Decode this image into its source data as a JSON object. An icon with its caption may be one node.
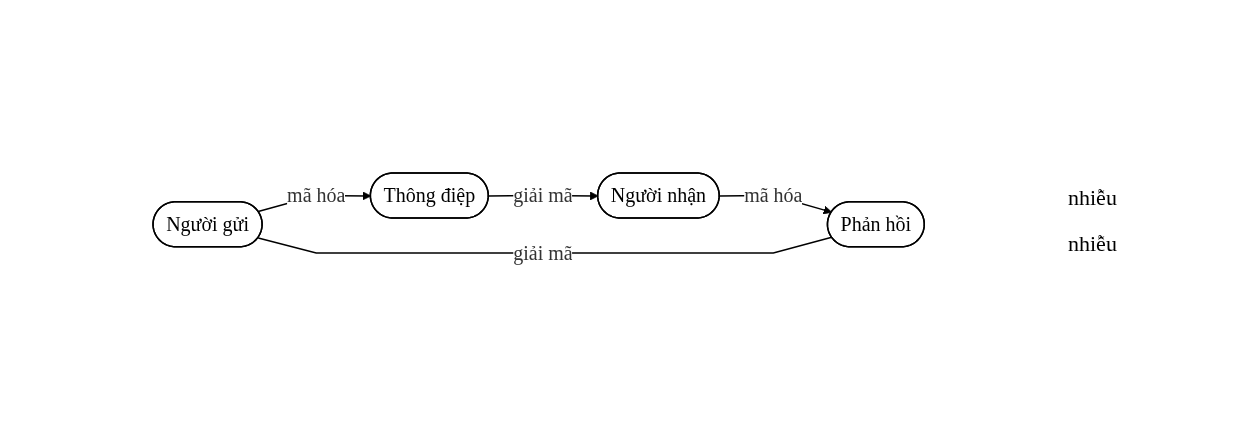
{
  "diagram": {
    "nodes": [
      {
        "text": [
          "Người gửi"
        ]
      },
      {
        "text": [
          "Thông điệp"
        ]
      },
      {
        "text": [
          "Người nhận"
        ]
      },
      {
        "text": [
          "Phản hồi"
        ]
      }
    ],
    "edges": [
      {
        "from": 0,
        "to": 1,
        "arrow": "to",
        "label": "mã hóa"
      },
      {
        "from": 1,
        "to": 2,
        "arrow": "to",
        "label": "giải mã"
      },
      {
        "from": 2,
        "to": 3,
        "arrow": "to",
        "label": "mã hóa"
      },
      {
        "from": 3,
        "to": 0,
        "arrow": "none",
        "label": "giải mã"
      }
    ],
    "labels": [
      "nhiễu",
      "nhiễu"
    ]
  }
}
